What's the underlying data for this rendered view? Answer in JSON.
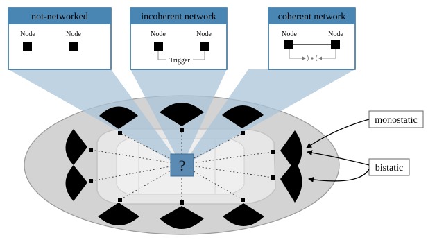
{
  "panels": [
    {
      "title": "not-networked",
      "node_labels": [
        "Node",
        "Node"
      ]
    },
    {
      "title": "incoherent network",
      "node_labels": [
        "Node",
        "Node"
      ],
      "link_label": "Trigger"
    },
    {
      "title": "coherent network",
      "node_labels": [
        "Node",
        "Node"
      ]
    }
  ],
  "center_label": "?",
  "callouts": {
    "monostatic": "monostatic",
    "bistatic": "bistatic"
  },
  "colors": {
    "panel_header": "#4a86b4",
    "panel_border": "#2f6791",
    "beam": "#a9c4d8",
    "ellipse_fill": "#d3d3d3",
    "ellipse_stroke": "#9a9a9a",
    "center_box": "#5b8ab3",
    "sensor": "#000000"
  },
  "icons": [
    "radar-lobe-icon",
    "sensor-node-icon",
    "car-icon"
  ]
}
